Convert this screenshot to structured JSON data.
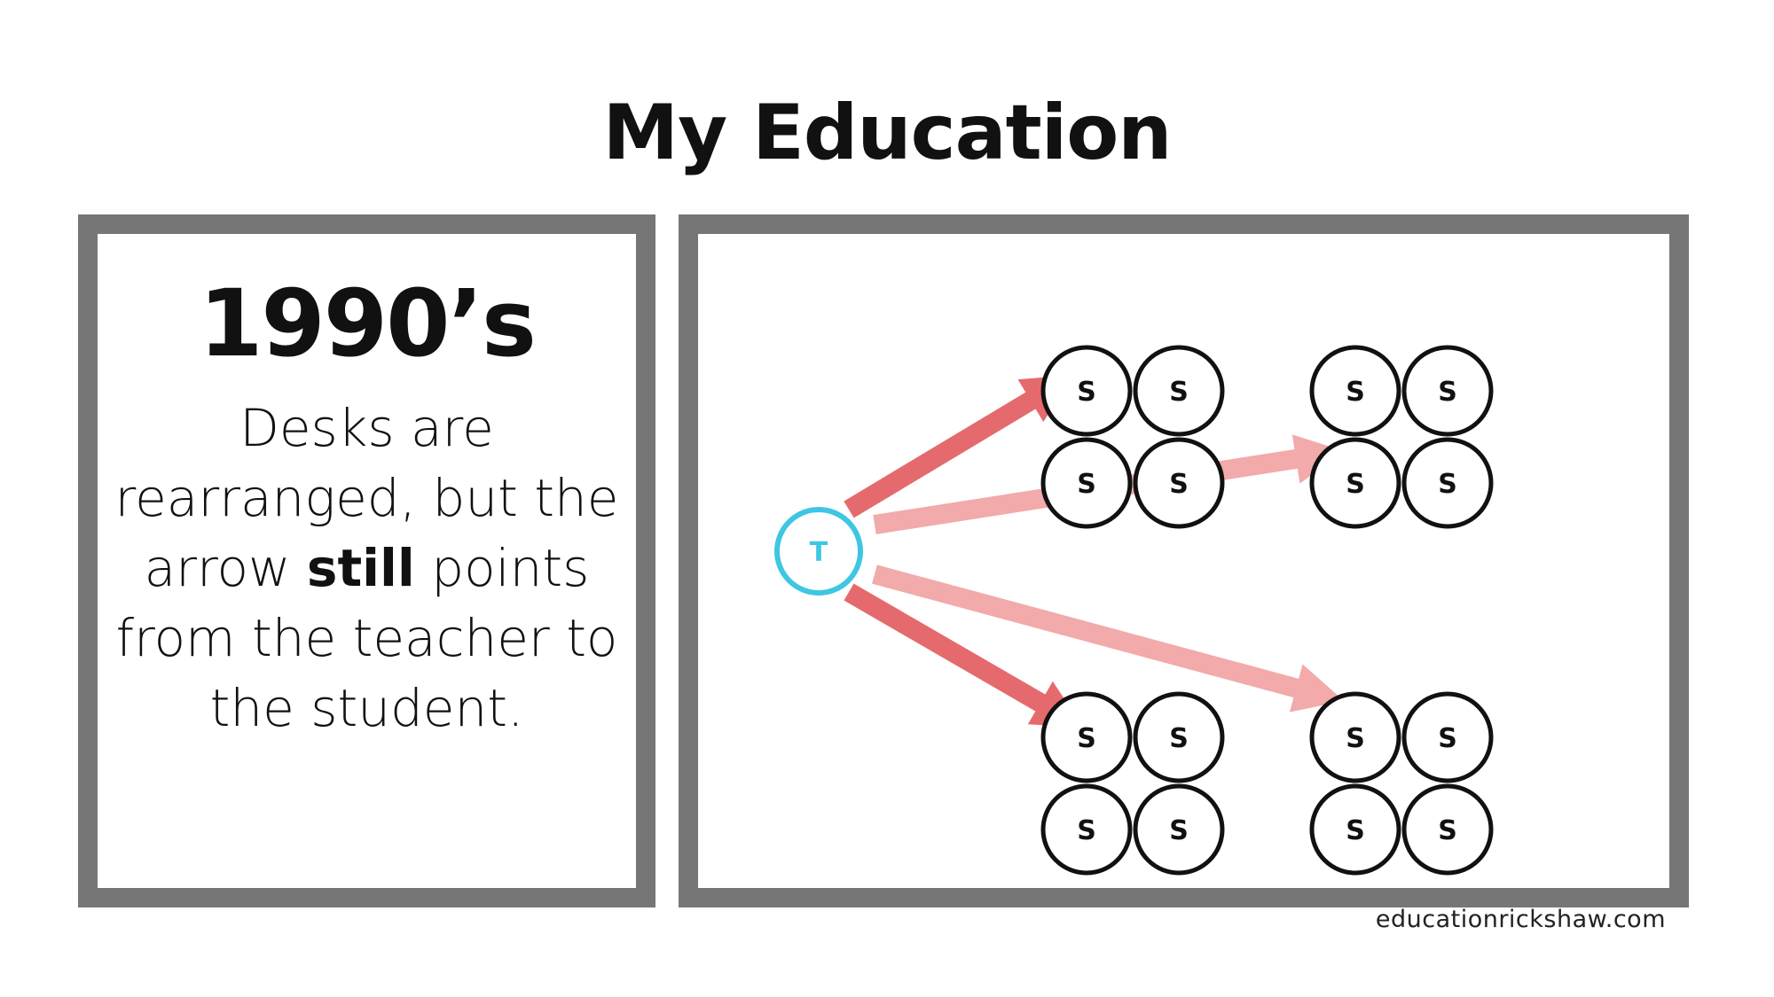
{
  "title": "My Education",
  "panel": {
    "era": "1990’s",
    "text_before": "Desks are rearranged, but the arrow ",
    "text_bold": "still",
    "text_after": " points from the teacher to the student."
  },
  "diagram": {
    "teacher_label": "T",
    "student_label": "S",
    "colors": {
      "teacher": "#3ec6e3",
      "student": "#111111",
      "arrow_strong": "#e56a6e",
      "arrow_light": "#f2aaaa",
      "frame": "#767676"
    }
  },
  "footer": "educationrickshaw.com"
}
